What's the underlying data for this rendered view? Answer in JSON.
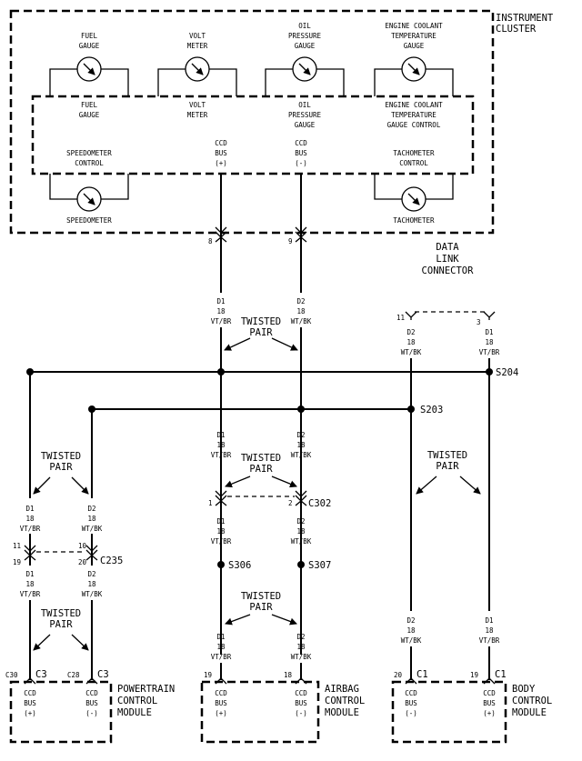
{
  "cluster": {
    "title": [
      "INSTRUMENT",
      "CLUSTER"
    ],
    "gauges_top": [
      {
        "label": [
          "FUEL",
          "GAUGE"
        ]
      },
      {
        "label": [
          "VOLT",
          "METER"
        ]
      },
      {
        "label": [
          "OIL",
          "PRESSURE",
          "GAUGE"
        ]
      },
      {
        "label": [
          "ENGINE COOLANT",
          "TEMPERATURE",
          "GAUGE"
        ]
      }
    ],
    "inner_labels": [
      {
        "label": [
          "FUEL",
          "GAUGE"
        ]
      },
      {
        "label": [
          "VOLT",
          "METER"
        ]
      },
      {
        "label": [
          "OIL",
          "PRESSURE",
          "GAUGE"
        ]
      },
      {
        "label": [
          "ENGINE COOLANT",
          "TEMPERATURE",
          "GAUGE CONTROL"
        ]
      }
    ],
    "speedo_control": [
      "SPEEDOMETER",
      "CONTROL"
    ],
    "ccd_plus": [
      "CCD",
      "BUS",
      "(+)"
    ],
    "ccd_minus": [
      "CCD",
      "BUS",
      "(-)"
    ],
    "tacho_control": [
      "TACHOMETER",
      "CONTROL"
    ],
    "speedometer": "SPEEDOMETER",
    "tachometer": "TACHOMETER"
  },
  "dlc": {
    "label": [
      "DATA",
      "LINK",
      "CONNECTOR"
    ],
    "pin_plus": "8",
    "pin_minus": "9"
  },
  "wire_plus": [
    "D1",
    "18",
    "VT/BR"
  ],
  "wire_minus": [
    "D2",
    "18",
    "WT/BK"
  ],
  "twisted_pair": [
    "TWISTED",
    "PAIR"
  ],
  "splices": {
    "s204": "S204",
    "s203": "S203",
    "s306": "S306",
    "s307": "S307"
  },
  "body_dlc_pins": {
    "left": "11",
    "right": "3"
  },
  "c302": {
    "name": "C302",
    "pin1": "1",
    "pin2": "2"
  },
  "c235": {
    "name": "C235",
    "top_left": "11",
    "top_right": "10",
    "bottom_left": "19",
    "bottom_right": "20"
  },
  "pcm": {
    "name": [
      "POWERTRAIN",
      "CONTROL",
      "MODULE"
    ],
    "c30": "C30",
    "c3a": "C3",
    "c28": "C28",
    "c3b": "C3"
  },
  "acm": {
    "name": [
      "AIRBAG",
      "CONTROL",
      "MODULE"
    ],
    "pin19": "19",
    "pin18": "18"
  },
  "bcm": {
    "name": [
      "BODY",
      "CONTROL",
      "MODULE"
    ],
    "pin20": "20",
    "c1a": "C1",
    "pin19": "19",
    "c1b": "C1"
  }
}
